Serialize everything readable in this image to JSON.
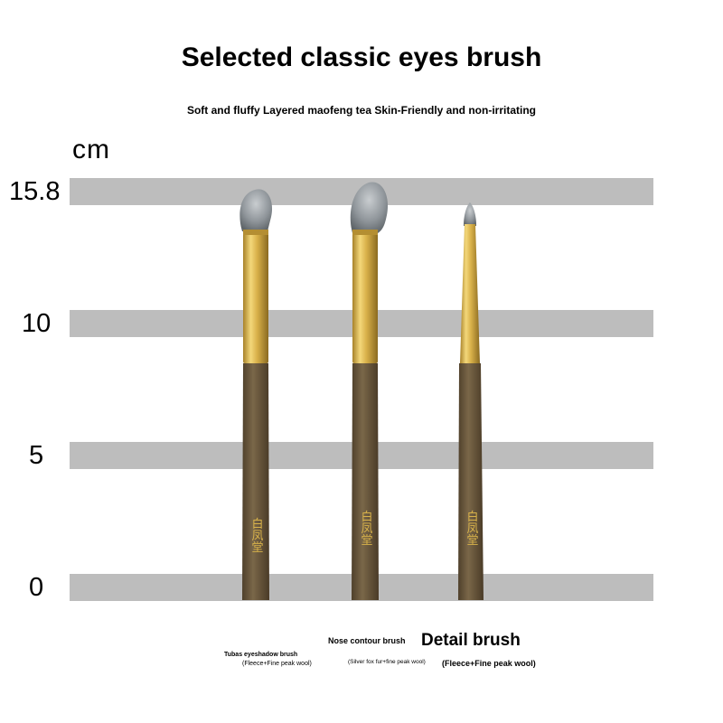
{
  "header": {
    "title": "Selected classic eyes brush",
    "subtitle": "Soft and fluffy Layered maofeng tea Skin-Friendly and non-irritating"
  },
  "scale": {
    "unit": "cm",
    "ticks": [
      "15.8",
      "10",
      "5",
      "0"
    ],
    "band_color": "#bdbdbd"
  },
  "brushes": [
    {
      "name": "Tubas eyeshadow brush",
      "material": "(Fleece+Fine peak wool)",
      "handle_mark": "白凤堂"
    },
    {
      "name": "Nose contour brush",
      "material": "(Silver fox fur+fine peak wool)",
      "handle_mark": "白凤堂"
    },
    {
      "name": "Detail brush",
      "material": "(Fleece+Fine peak wool)",
      "handle_mark": "白凤堂"
    }
  ],
  "colors": {
    "handle": "#6b5a40",
    "ferrule": "#d8b24a",
    "bristle": "#8a8f94"
  }
}
